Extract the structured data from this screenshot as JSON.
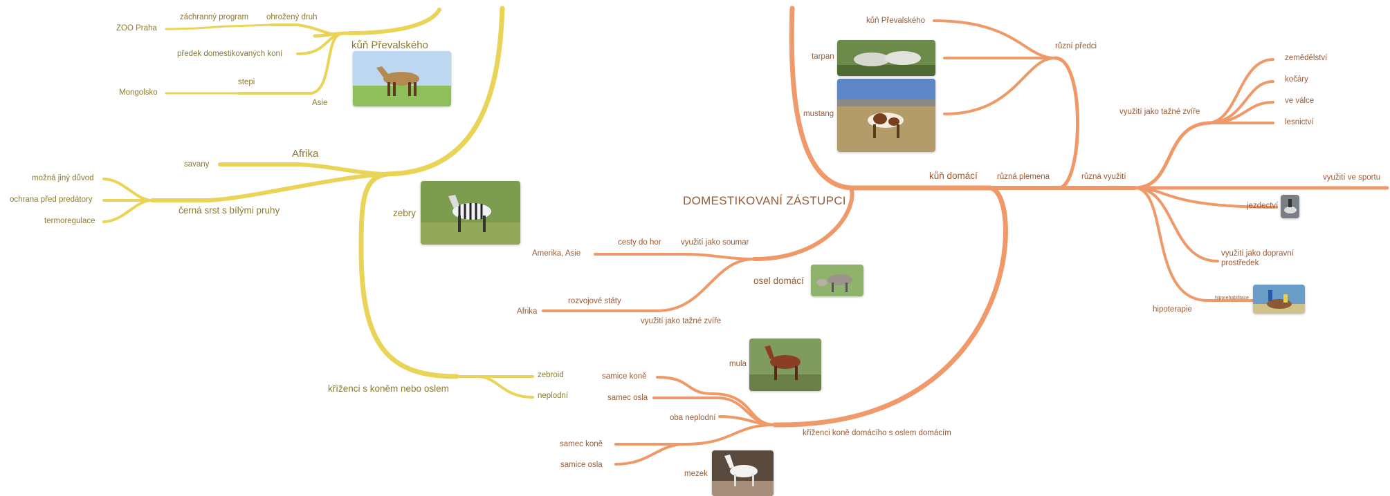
{
  "colors": {
    "yellow_branch": "#e9d24f",
    "orange_branch": "#ef9462",
    "yellow_text": "#8b7a2e",
    "orange_text": "#9a5a33"
  },
  "yellow": {
    "zoo_praha": "ZOO Praha",
    "zachranny_program": "záchranný program",
    "ohrozeny_druh": "ohrožený druh",
    "kun_prevalskeho": "kůň Převalského",
    "predek": "předek domestikovaných koní",
    "mongolsko": "Mongolsko",
    "stepi": "stepi",
    "asie": "Asie",
    "afrika": "Afrika",
    "savany": "savany",
    "mozna_jiny_duvod": "možná jiný důvod",
    "ochrana": "ochrana před predátory",
    "termoregulace": "termoregulace",
    "cerna_srst": "černá srst s bílými pruhy",
    "zebry": "zebry",
    "krizenci": "kříženci s koněm nebo oslem",
    "zebroid": "zebroid",
    "neplodni": "neplodní"
  },
  "orange": {
    "root": "DOMESTIKOVANÍ ZÁSTUPCI",
    "kun_domaci": "kůň domácí",
    "ruzna_plemena": "různá plemena",
    "ruzna_vyuziti": "různá využití",
    "ruzni_predci": "různí předci",
    "kun_prevalskeho": "kůň Převalského",
    "tarpan": "tarpan",
    "mustang": "mustang",
    "vyuziti_tazne": "využití jako tažné zvíře",
    "zemedelstvi": "zemědělství",
    "kocary": "kočáry",
    "ve_valce": "ve válce",
    "lesnictvi": "lesnictví",
    "vyuziti_sport": "využití ve sportu",
    "jezdectvi": "jezdectví",
    "dopravni": "využití jako dopravní prostředek",
    "hipoterapie": "hipoterapie",
    "hipo_caption": "hiporehabilitace",
    "osel_domaci": "osel domácí",
    "vyuziti_soumar": "využití jako soumar",
    "cesty_do_hor": "cesty do hor",
    "amerika_asie": "Amerika, Asie",
    "rozvojove_staty": "rozvojové státy",
    "afrika": "Afrika",
    "vyuziti_tazne2": "využití jako tažné zvíře",
    "krizenci_kone": "kříženci koně domácího s oslem domácím",
    "mula": "mula",
    "samice_kone": "samice koně",
    "samec_osla": "samec osla",
    "oba_neplodni": "oba neplodní",
    "samec_kone": "samec koně",
    "samice_osla": "samice osla",
    "mezek": "mezek"
  },
  "images": {
    "przewalski_photo": "horse-photo",
    "tarpan_photo": "horse-photo",
    "mustang_photo": "horse-photo",
    "zebra_photo": "zebra-photo",
    "donkey_photo": "donkey-photo",
    "mule_photo": "mule-photo",
    "hinny_photo": "hinny-photo",
    "riding_photo": "rider-photo",
    "hippotherapy_photo": "hippotherapy-photo"
  }
}
